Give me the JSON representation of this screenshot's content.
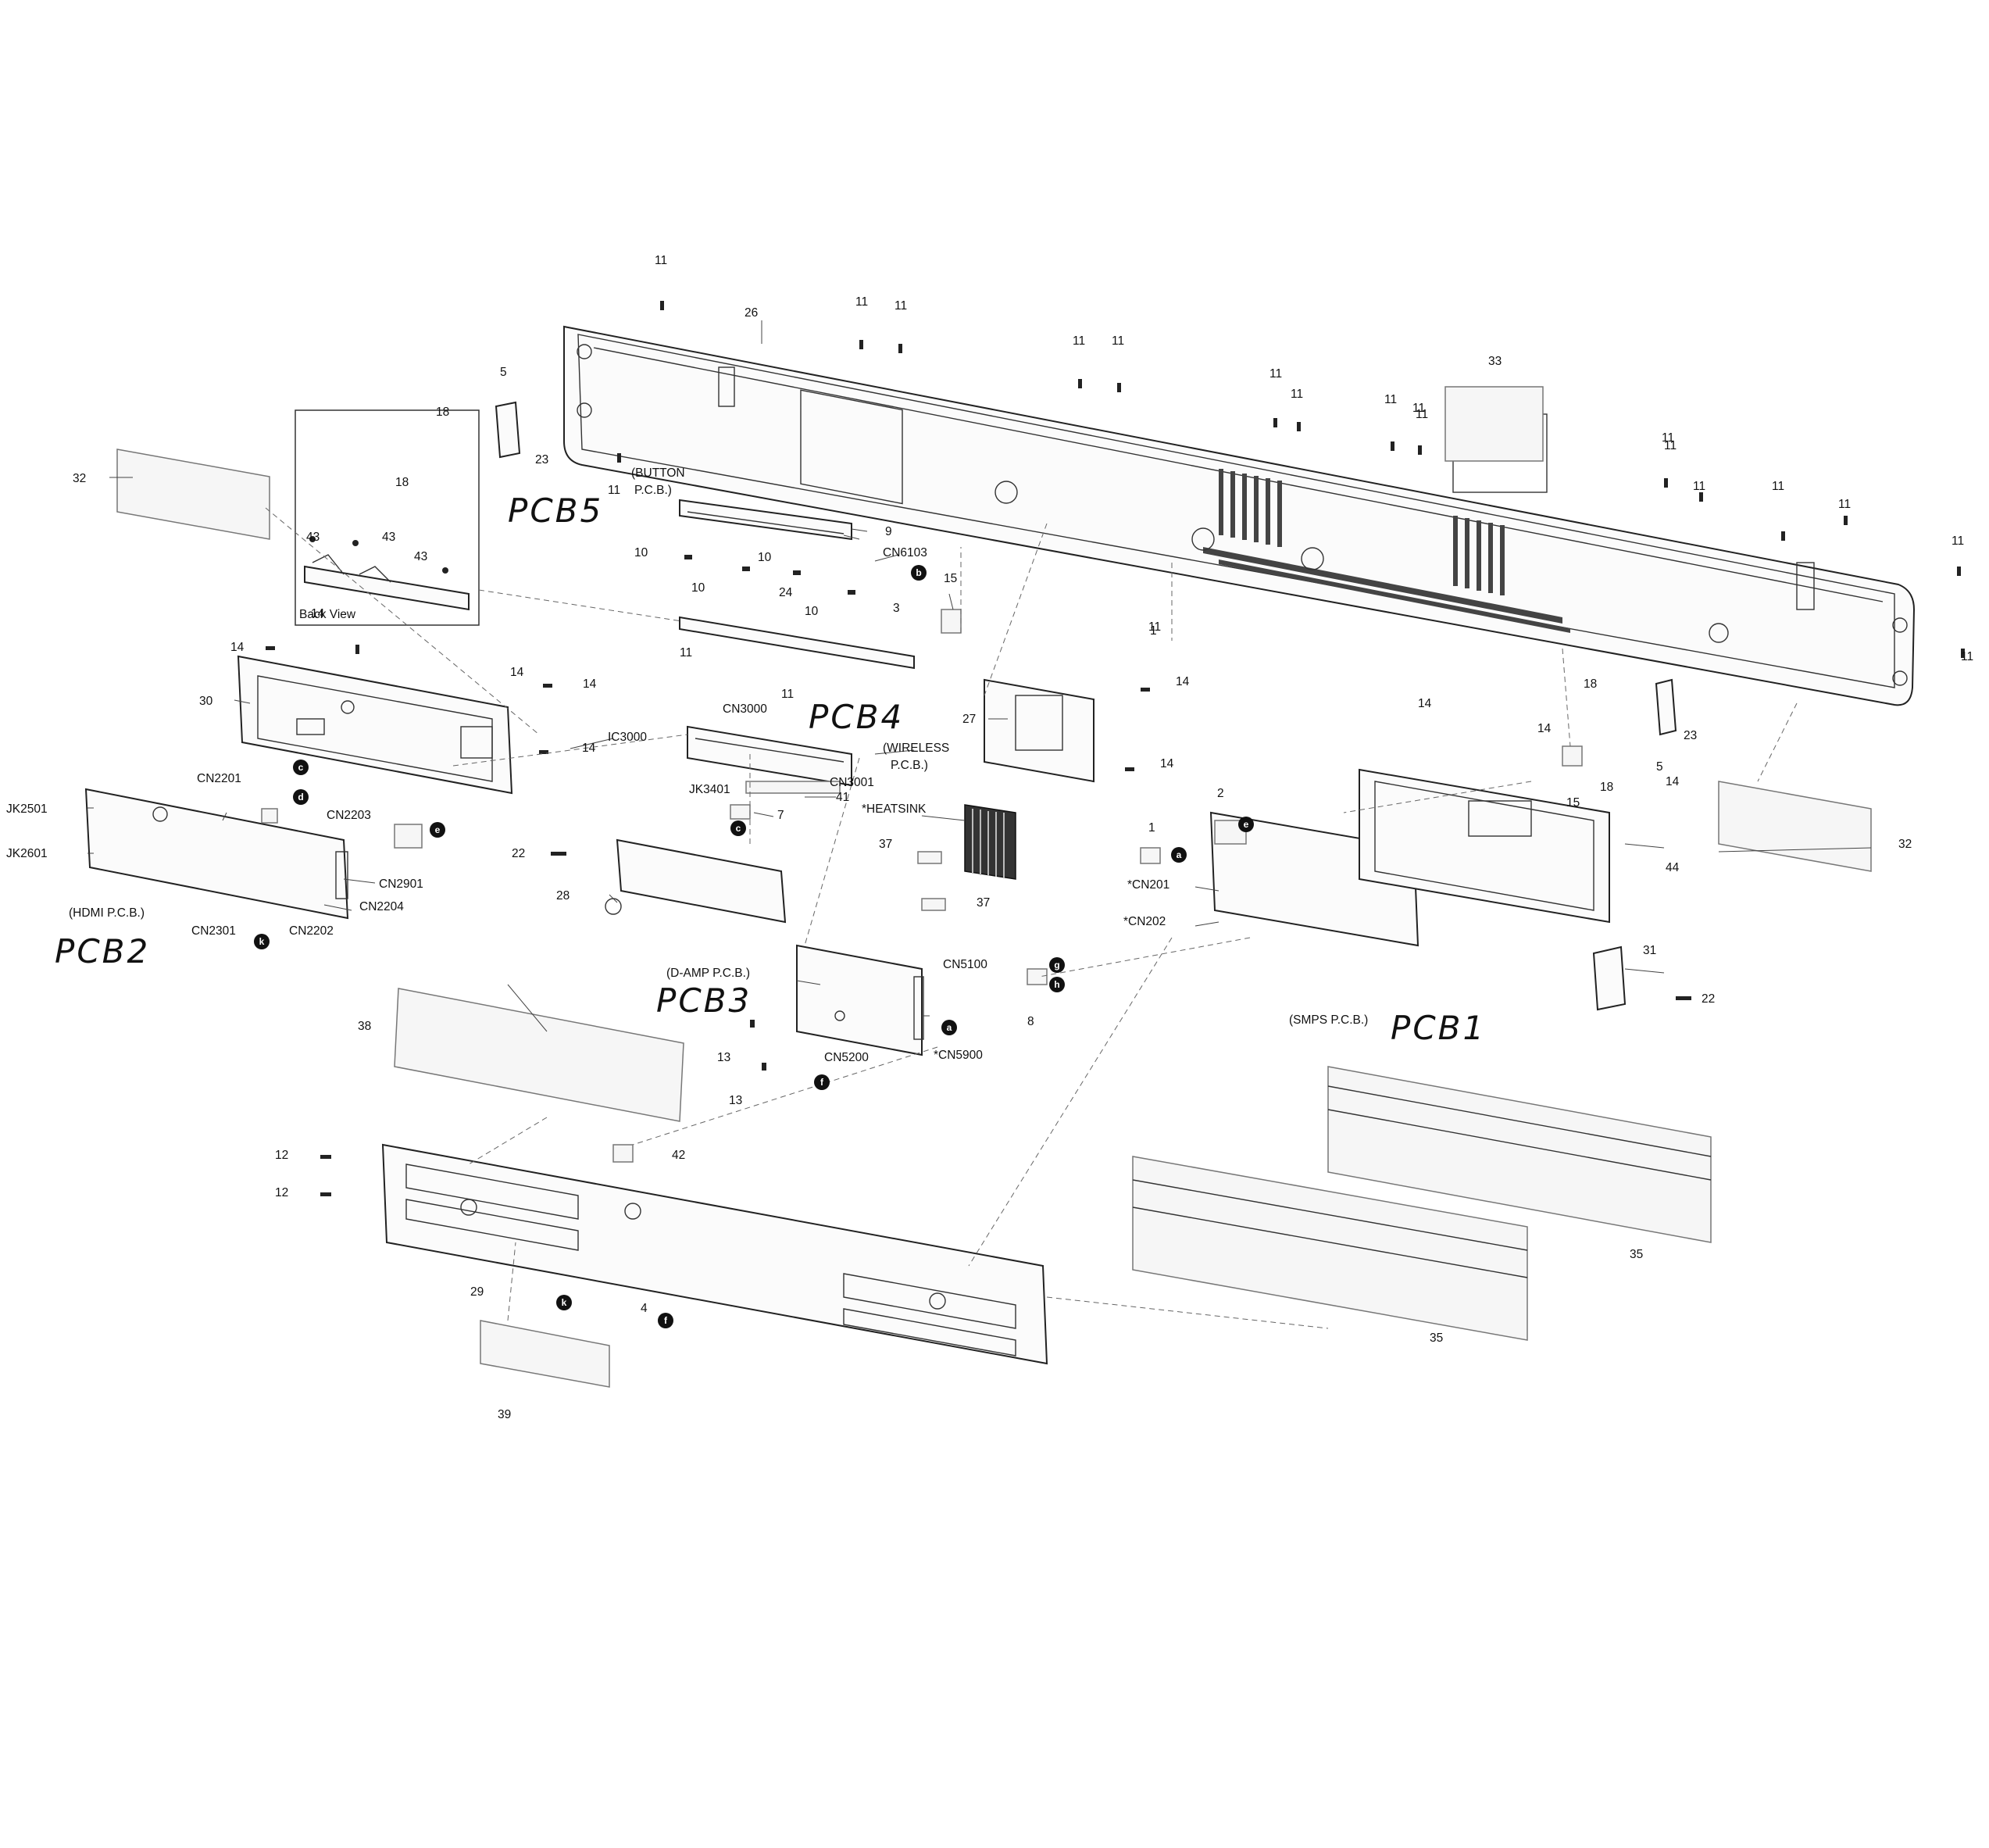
{
  "labels": {
    "l11": "11",
    "l26": "26",
    "l33": "33",
    "l5": "5",
    "l18": "18",
    "l23": "23",
    "l32": "32",
    "l43": "43",
    "l9": "9",
    "l10": "10",
    "l24": "24",
    "l3": "3",
    "l15": "15",
    "l14": "14",
    "l30": "30",
    "l27": "27",
    "l2": "2",
    "l1": "1",
    "l44": "44",
    "l7": "7",
    "l41": "41",
    "l37": "37",
    "l22": "22",
    "l28": "28",
    "l31": "31",
    "l8": "8",
    "l13": "13",
    "l38": "38",
    "l12": "12",
    "l42": "42",
    "l29": "29",
    "l4": "4",
    "l35": "35",
    "l39": "39",
    "back_view": "Back View",
    "button_pcb_1": "(BUTTON",
    "button_pcb_2": "P.C.B.)",
    "wireless_pcb_1": "(WIRELESS",
    "wireless_pcb_2": "P.C.B.)",
    "hdmi_pcb": "(HDMI P.C.B.)",
    "damp_pcb": "(D-AMP P.C.B.)",
    "smps_pcb": "(SMPS P.C.B.)",
    "heatsink": "*HEATSINK",
    "cn6103": "CN6103",
    "cn3000": "CN3000",
    "cn3001": "CN3001",
    "ic3000": "IC3000",
    "jk3401": "JK3401",
    "cn2201": "CN2201",
    "cn2203": "CN2203",
    "cn2901": "CN2901",
    "cn2204": "CN2204",
    "cn2202": "CN2202",
    "cn2301": "CN2301",
    "jk2501": "JK2501",
    "jk2601": "JK2601",
    "cn201": "*CN201",
    "cn202": "*CN202",
    "cn5100": "CN5100",
    "cn5200": "CN5200",
    "cn5900": "*CN5900"
  },
  "handwritten": {
    "pcb1": "PCB1",
    "pcb2": "PCB2",
    "pcb3": "PCB3",
    "pcb4": "PCB4",
    "pcb5": "PCB5"
  },
  "badges": {
    "a": "a",
    "b": "b",
    "c": "c",
    "d": "d",
    "e": "e",
    "f": "f",
    "g": "g",
    "h": "h",
    "k": "k"
  }
}
